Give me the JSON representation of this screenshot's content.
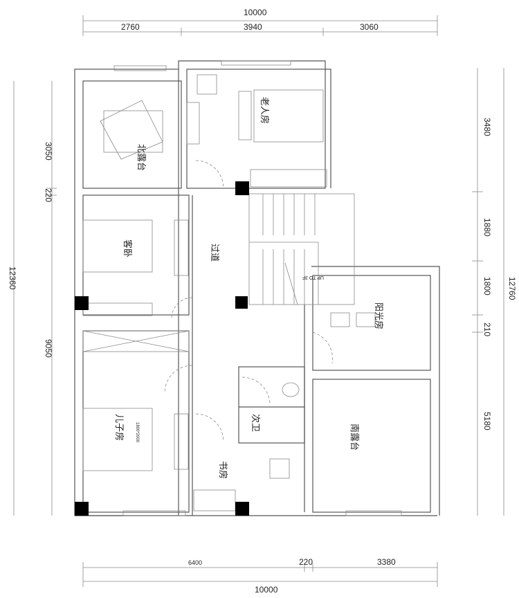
{
  "dimensions": {
    "top_total": "10000",
    "top_segments": [
      "2760",
      "3940",
      "3060"
    ],
    "left": [
      "3050",
      "220",
      "9050"
    ],
    "left_total": "12360",
    "right": [
      "3480",
      "1880",
      "1800",
      "210",
      "5180"
    ],
    "right_total": "12760",
    "bottom_segments": [
      "6400",
      "220",
      "3380"
    ],
    "bottom_total": "10000"
  },
  "rooms": {
    "north_terrace": "北露台",
    "elder_room": "老人房",
    "guest_room": "客卧",
    "corridor": "过道",
    "sun_room": "阳光房",
    "son_room": "儿子房",
    "second_bath": "次卫",
    "study": "书房",
    "south_terrace": "南露台"
  },
  "annotations": {
    "stairs": "UP TO 3F",
    "bed_size": "1800*2000"
  }
}
